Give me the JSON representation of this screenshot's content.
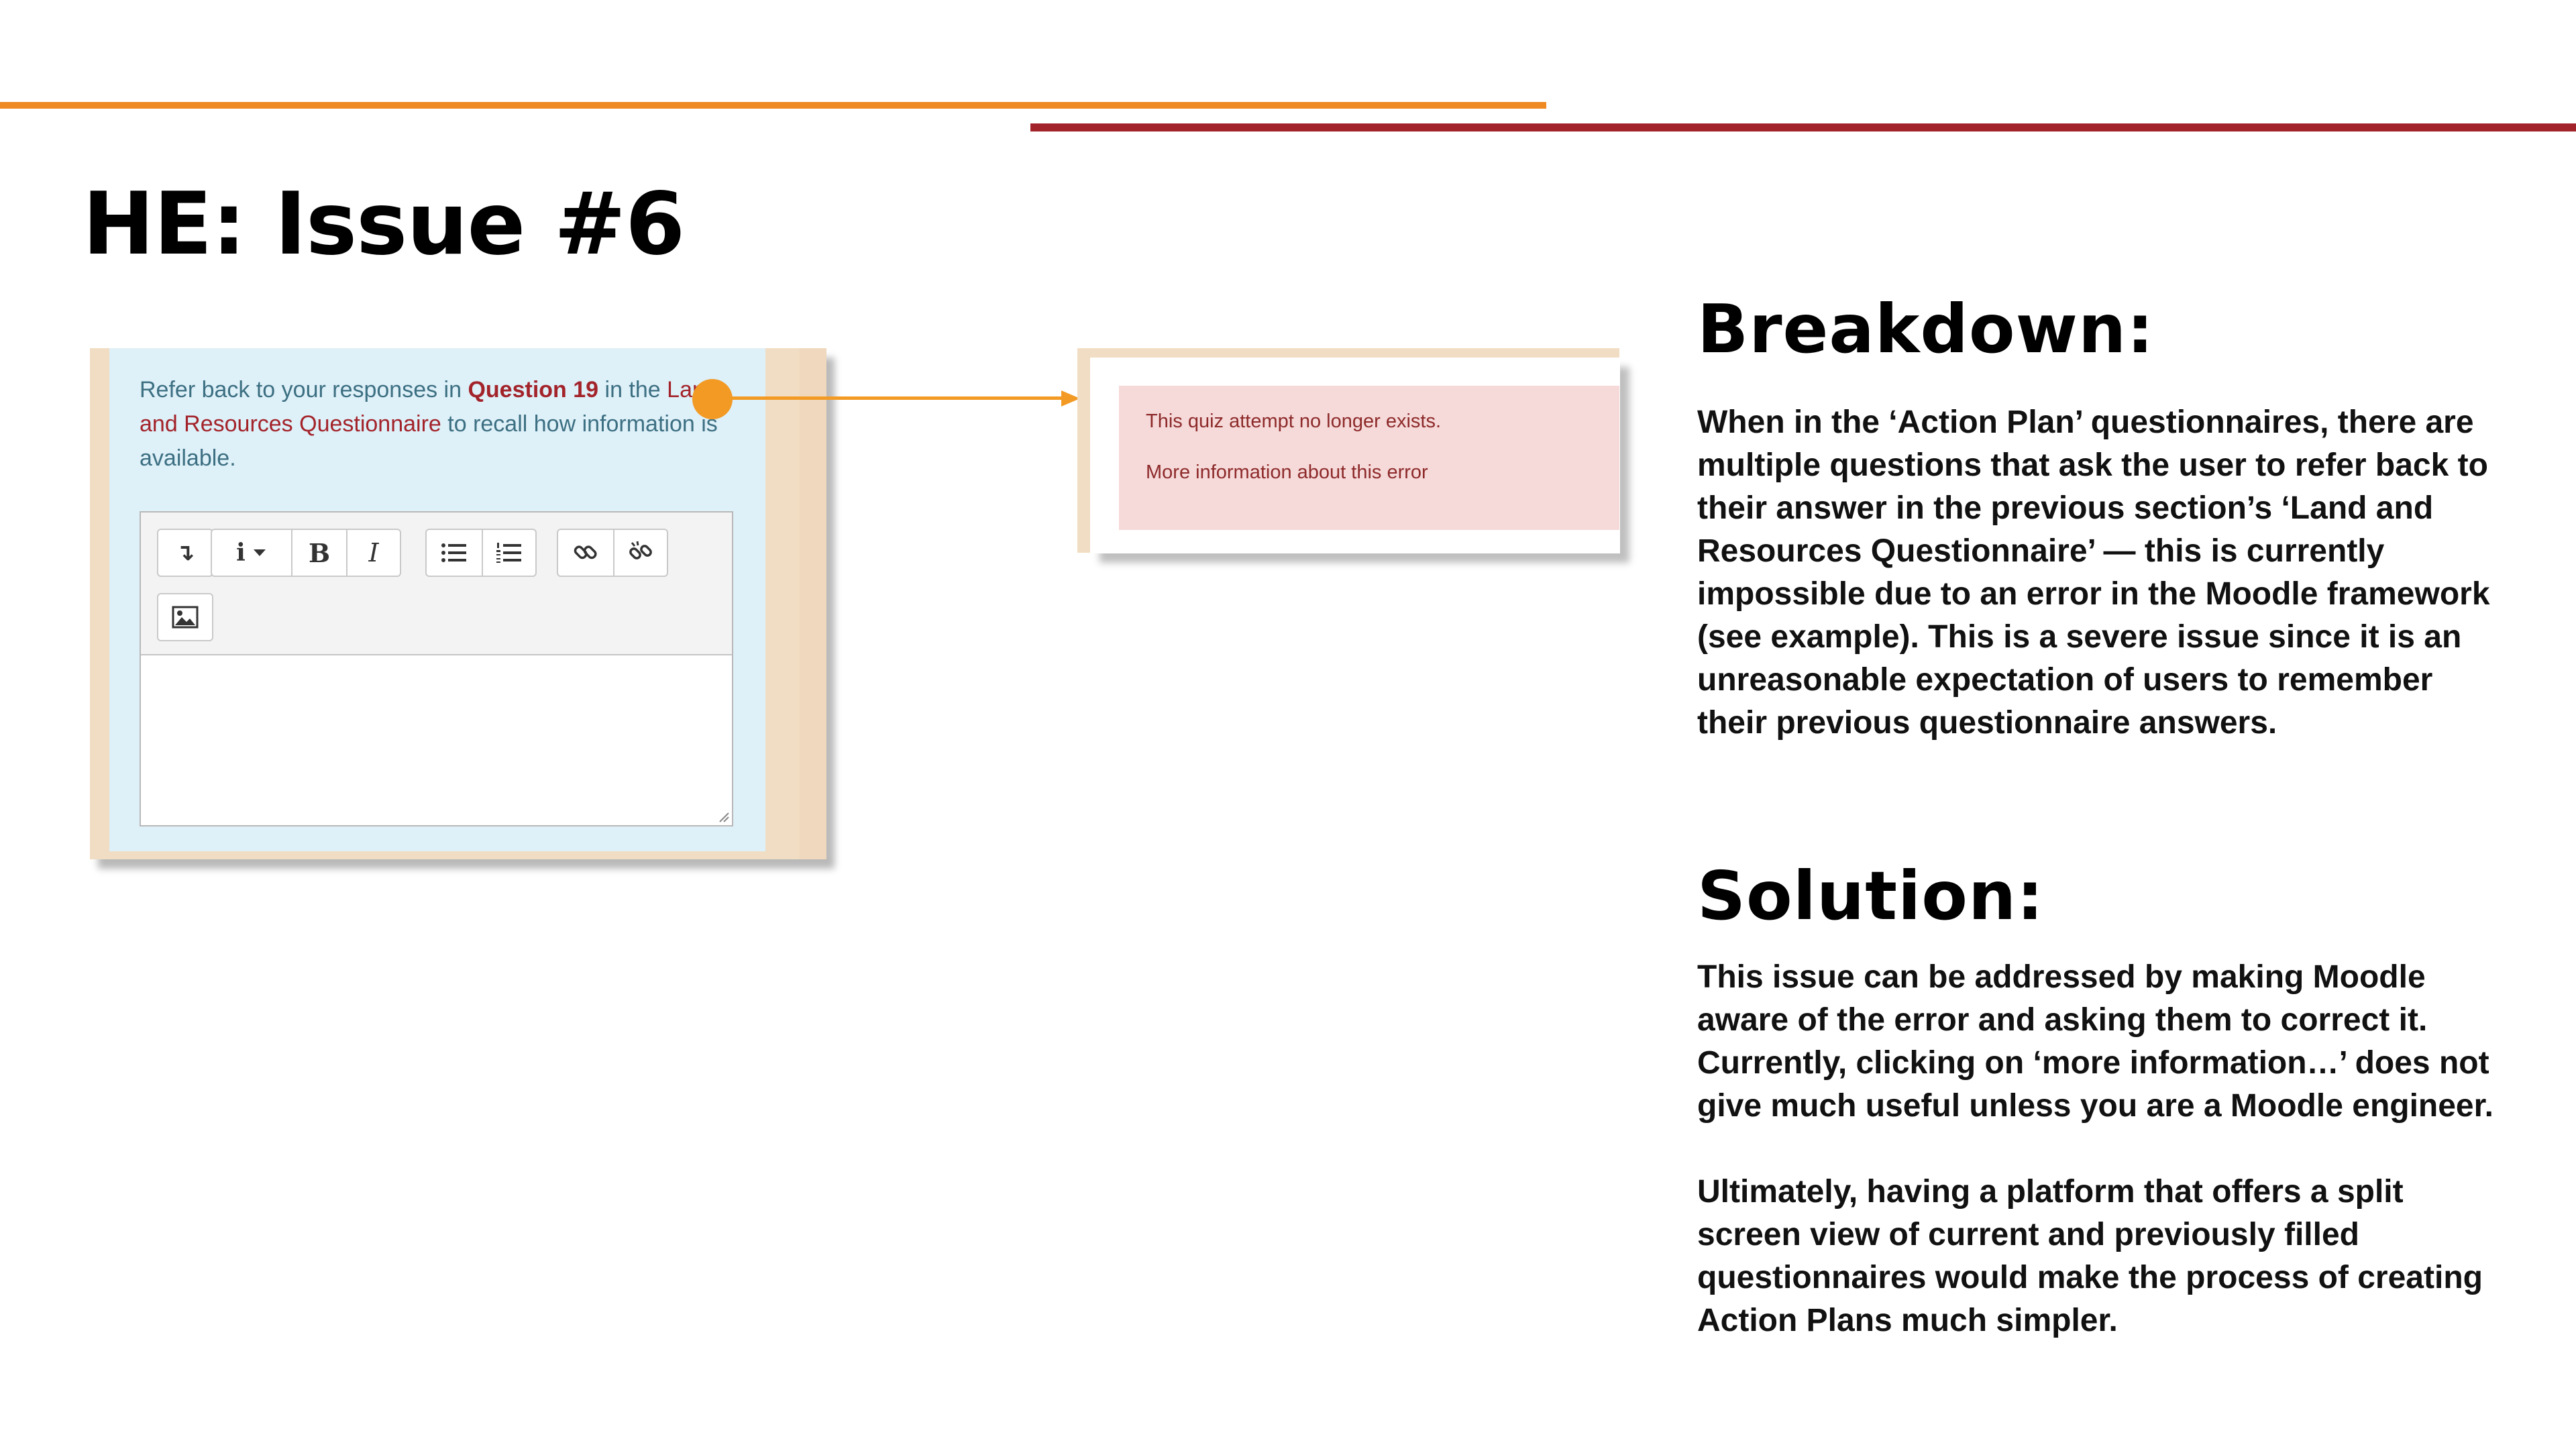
{
  "slide": {
    "title": "HE: Issue #6"
  },
  "question_screenshot": {
    "text_before": "Refer back to your responses in ",
    "question_link": "Question 19",
    "text_middle": " in the ",
    "questionnaire_link": "Land and Resources Questionnaire",
    "text_after": " to recall how information is available.",
    "toolbar_icons": [
      "collapse-toolbar-icon",
      "paragraph-styles-icon",
      "bold-icon",
      "italic-icon",
      "unordered-list-icon",
      "ordered-list-icon",
      "link-icon",
      "unlink-icon",
      "insert-image-icon"
    ],
    "toolbar_glyphs": {
      "collapse": "↴",
      "info": "i",
      "bold": "B",
      "italic": "I"
    },
    "editor_value": ""
  },
  "error_screenshot": {
    "message": "This quiz attempt no longer exists.",
    "more_info_link": "More information about this error"
  },
  "breakdown": {
    "heading": "Breakdown:",
    "text": "When in the ‘Action Plan’ questionnaires, there are multiple questions that ask the user to refer back to their answer in the previous section’s ‘Land and Resources Questionnaire’ — this is currently impossible due to an error in the Moodle framework (see example). This is a severe issue since it is an unreasonable expectation of users to remember their previous questionnaire answers."
  },
  "solution": {
    "heading": "Solution:",
    "paragraph_1": "This issue can be addressed by making Moodle aware of the error and asking them to correct it. Currently, clicking on ‘more information…’ does not give much useful unless you are a Moodle engineer.",
    "paragraph_2": "Ultimately, having a platform that offers a split screen view of current and previously filled questionnaires would make the process of creating Action Plans much simpler."
  },
  "colors": {
    "orange_rule": "#ef8a23",
    "red_rule": "#a3232a",
    "arrow": "#f29a24",
    "info_box": "#def0f8",
    "error_box": "#f6d9d9"
  }
}
